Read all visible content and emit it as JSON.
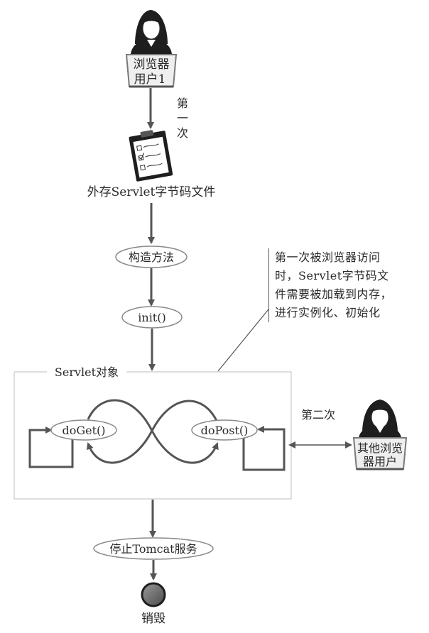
{
  "user1": {
    "line1": "浏览器",
    "line2": "用户1"
  },
  "first_visit": [
    "第",
    "一",
    "次"
  ],
  "bytecode_file": "外存Servlet字节码文件",
  "constructor": "构造方法",
  "init": "init()",
  "note": {
    "lines": [
      "第一次被浏览器访问",
      "时，Servlet字节码文",
      "件需要被加载到内存，",
      "进行实例化、初始化"
    ]
  },
  "servlet_object": "Servlet对象",
  "do_get": "doGet()",
  "do_post": "doPost()",
  "second_visit": "第二次",
  "other_users": {
    "line1": "其他浏览",
    "line2": "器用户"
  },
  "stop_service": "停止Tomcat服务",
  "destroy": "销毁"
}
